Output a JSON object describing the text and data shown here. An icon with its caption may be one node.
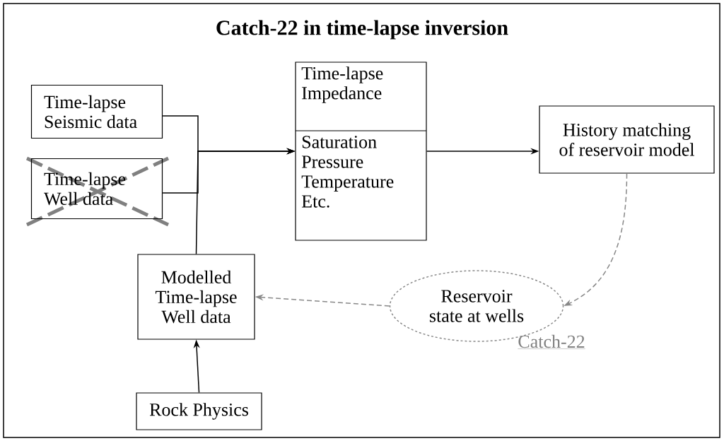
{
  "diagram": {
    "title": "Catch-22 in time-lapse inversion",
    "nodes": [
      {
        "text": [
          "Time-lapse Seismic data"
        ]
      },
      {
        "text": [
          "Time-lapse Well data"
        ]
      },
      {
        "text": [
          "Time-lapse Impedance",
          "Saturation Pressure Temperature Etc."
        ]
      },
      {
        "text": [
          "History matching of reservoir model"
        ]
      },
      {
        "text": [
          "Modelled Time-lapse Well data"
        ]
      },
      {
        "text": [
          "Rock Physics"
        ]
      },
      {
        "text": [
          "Reservoir state at wells"
        ]
      }
    ],
    "edges": [
      {
        "from": 0,
        "to": 2,
        "arrow": "to"
      },
      {
        "from": 1,
        "to": 2,
        "arrow": "to"
      },
      {
        "from": 4,
        "to": 2,
        "arrow": "to"
      },
      {
        "from": 2,
        "to": 3,
        "arrow": "to"
      },
      {
        "from": 3,
        "to": 6,
        "arrow": "to",
        "style": "dashed",
        "color": "#888888"
      },
      {
        "from": 6,
        "to": 4,
        "arrow": "to",
        "style": "dashed",
        "color": "#888888"
      },
      {
        "from": 5,
        "to": 4,
        "arrow": "to"
      }
    ],
    "labels": [
      "Catch-22"
    ]
  }
}
